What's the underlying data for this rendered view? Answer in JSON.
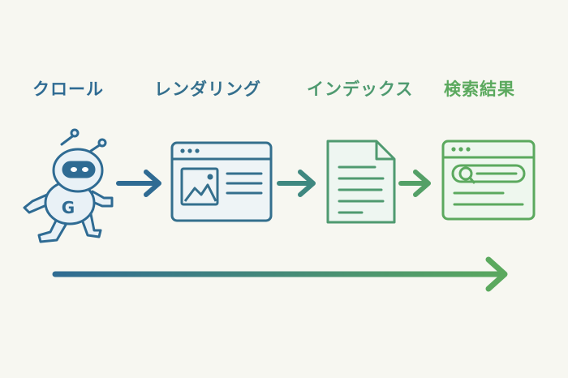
{
  "stages": [
    {
      "label": "クロール",
      "color": "#2f6b93",
      "icon": "robot-icon"
    },
    {
      "label": "レンダリング",
      "color": "#3a7a8c",
      "icon": "browser-window-icon"
    },
    {
      "label": "インデックス",
      "color": "#4f9a70",
      "icon": "document-icon"
    },
    {
      "label": "検索結果",
      "color": "#5ba95e",
      "icon": "search-results-window-icon"
    }
  ],
  "colors": {
    "gradient_start": "#2f6b93",
    "gradient_end": "#5ba95e",
    "icon_fill": "#f1f6f7",
    "background": "#f7f7f1"
  }
}
